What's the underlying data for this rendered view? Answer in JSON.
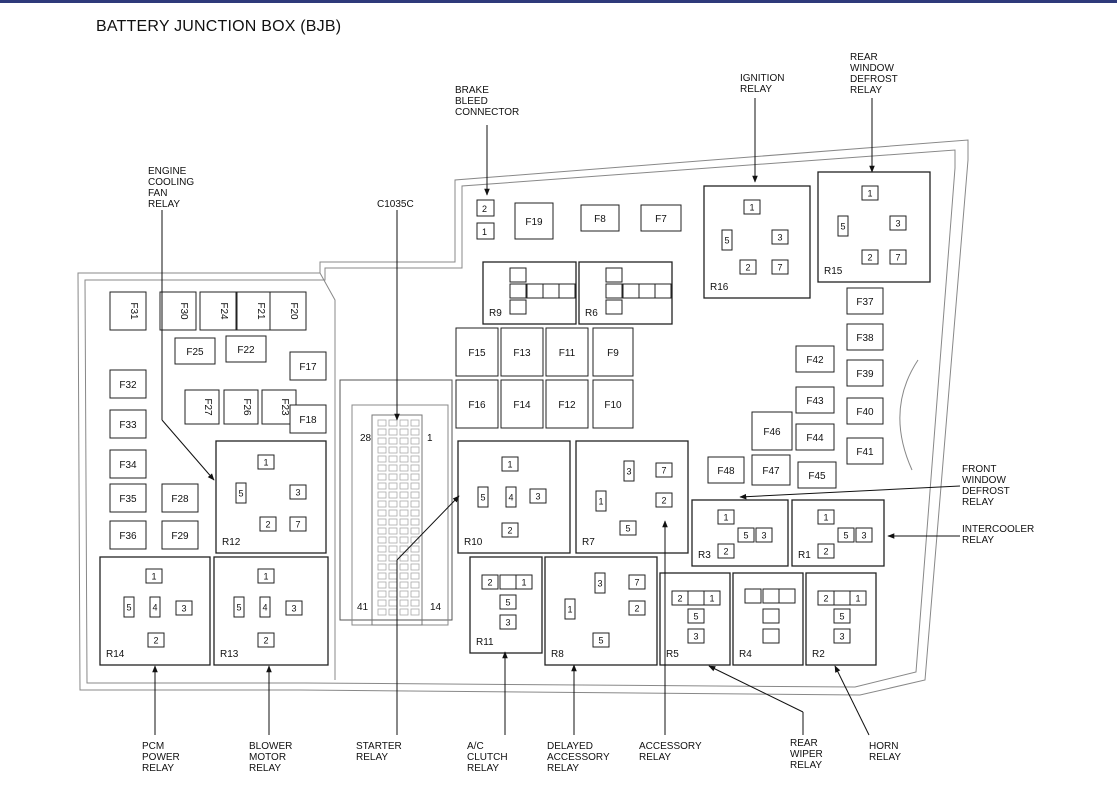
{
  "title": "BATTERY JUNCTION BOX (BJB)",
  "colors": {
    "line": "#222222",
    "light_line": "#9a9a9a",
    "accent_bar": "#2e3a7a"
  },
  "callouts": {
    "brake_bleed": [
      "BRAKE",
      "BLEED",
      "CONNECTOR"
    ],
    "ignition": [
      "IGNITION",
      "RELAY"
    ],
    "rear_defrost": [
      "REAR",
      "WINDOW",
      "DEFROST",
      "RELAY"
    ],
    "engine_fan": [
      "ENGINE",
      "COOLING",
      "FAN",
      "RELAY"
    ],
    "c1035c": [
      "C1035C"
    ],
    "front_defrost": [
      "FRONT",
      "WINDOW",
      "DEFROST",
      "RELAY"
    ],
    "intercooler": [
      "INTERCOOLER",
      "RELAY"
    ],
    "pcm": [
      "PCM",
      "POWER",
      "RELAY"
    ],
    "blower": [
      "BLOWER",
      "MOTOR",
      "RELAY"
    ],
    "starter": [
      "STARTER",
      "RELAY"
    ],
    "ac_clutch": [
      "A/C",
      "CLUTCH",
      "RELAY"
    ],
    "delayed_acc": [
      "DELAYED",
      "ACCESSORY",
      "RELAY"
    ],
    "accessory": [
      "ACCESSORY",
      "RELAY"
    ],
    "rear_wiper": [
      "REAR",
      "WIPER",
      "RELAY"
    ],
    "horn": [
      "HORN",
      "RELAY"
    ]
  },
  "fuses": {
    "F31": "F31",
    "F30": "F30",
    "F24": "F24",
    "F21": "F21",
    "F20": "F20",
    "F25": "F25",
    "F22": "F22",
    "F17": "F17",
    "F32": "F32",
    "F27": "F27",
    "F26": "F26",
    "F23": "F23",
    "F18": "F18",
    "F33": "F33",
    "F34": "F34",
    "F35": "F35",
    "F28": "F28",
    "F36": "F36",
    "F29": "F29",
    "F19": "F19",
    "F8": "F8",
    "F7": "F7",
    "F15": "F15",
    "F13": "F13",
    "F11": "F11",
    "F9": "F9",
    "F16": "F16",
    "F14": "F14",
    "F12": "F12",
    "F10": "F10",
    "F37": "F37",
    "F38": "F38",
    "F42": "F42",
    "F39": "F39",
    "F43": "F43",
    "F40": "F40",
    "F46": "F46",
    "F44": "F44",
    "F41": "F41",
    "F48": "F48",
    "F47": "F47",
    "F45": "F45"
  },
  "relays": {
    "R16": "R16",
    "R15": "R15",
    "R9": "R9",
    "R6": "R6",
    "R12": "R12",
    "R10": "R10",
    "R7": "R7",
    "R3": "R3",
    "R1": "R1",
    "R14": "R14",
    "R13": "R13",
    "R11": "R11",
    "R8": "R8",
    "R5": "R5",
    "R4": "R4",
    "R2": "R2"
  },
  "pins": {
    "p1": "1",
    "p2": "2",
    "p3": "3",
    "p4": "4",
    "p5": "5",
    "p7": "7"
  },
  "connector_pins": {
    "c28": "28",
    "c1": "1",
    "c41": "41",
    "c14": "14"
  }
}
